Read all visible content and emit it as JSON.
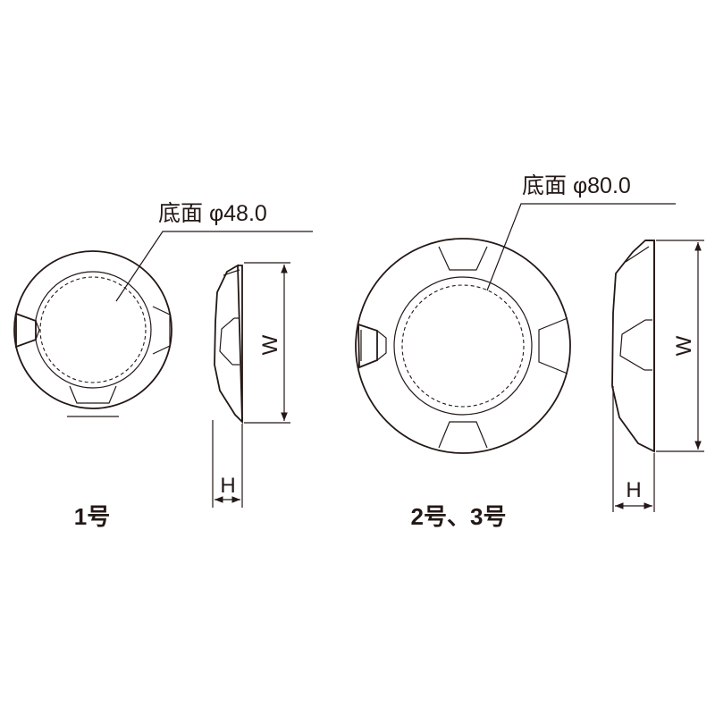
{
  "small": {
    "diameter_label": "底面 φ48.0",
    "width_label": "W",
    "height_label": "H",
    "title": "1号"
  },
  "large": {
    "diameter_label": "底面 φ80.0",
    "width_label": "W",
    "height_label": "H",
    "title": "2号、3号"
  }
}
